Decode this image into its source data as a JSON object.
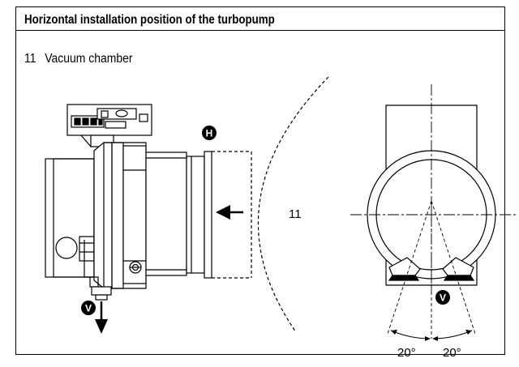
{
  "title": "Horizontal installation position of the turbopump",
  "legend": [
    {
      "number": "11",
      "label": "Vacuum chamber"
    }
  ],
  "markers": {
    "h": "H",
    "v": "V",
    "chamber_ref": "11"
  },
  "angles": [
    "20°",
    "20°"
  ]
}
